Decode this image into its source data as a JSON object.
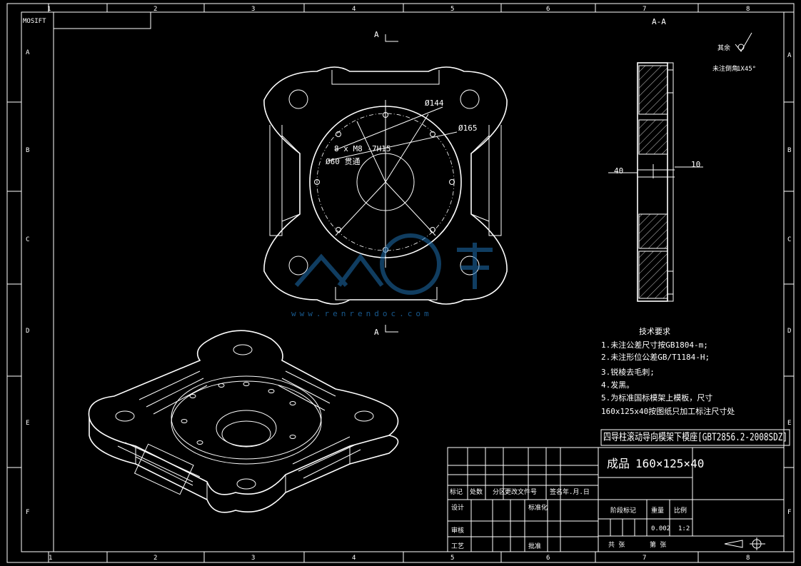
{
  "frame": {
    "top_numbers": [
      "1",
      "2",
      "3",
      "4",
      "5",
      "6",
      "7",
      "8"
    ],
    "bottom_numbers": [
      "1",
      "2",
      "3",
      "4",
      "5",
      "6",
      "7",
      "8"
    ],
    "side_letters": [
      "A",
      "B",
      "C",
      "D",
      "E",
      "F"
    ],
    "top_left_code": "MOSIFT"
  },
  "section_view": {
    "title": "A-A",
    "cut_label_top": "A",
    "cut_label_bottom": "A",
    "dim_left": "40",
    "dim_right": "10"
  },
  "surface_note": {
    "label": "其余",
    "chamfer_label": "未注倒角",
    "chamfer_value": "1X45°"
  },
  "plan_view": {
    "dia_outer": "Ø165",
    "dia_pitch": "Ø144",
    "holes_note": "8 x M8 -7H15",
    "dia_bore": "Ø60 贯通"
  },
  "watermark": {
    "text": "www.renrendoc.com"
  },
  "tech_req": {
    "heading": "技术要求",
    "lines": [
      "1.未注公差尺寸按GB1804-m;",
      "2.未注形位公差GB/T1184-H;",
      "3.锐棱去毛刺;",
      "4.发黑。",
      "5.为标准国标模架上模板，尺寸",
      "160x125x40按图纸只加工标注尺寸处"
    ]
  },
  "drawing_title": "四导柱滚动导向模架下模座[GBT2856.2-2008SDZ]",
  "title_block": {
    "product_label": "成品",
    "product_size": "160×125×40",
    "rev_headers": [
      "标记",
      "处数",
      "分区",
      "更改文件号",
      "签名",
      "年.月.日"
    ],
    "design_label": "设计",
    "standard_label": "标准化",
    "stage_label": "阶段标记",
    "weight_label": "重量",
    "scale_label": "比例",
    "weight_value": "0.002",
    "scale_value": "1:2",
    "review_label": "审核",
    "process_label": "工艺",
    "approve_label": "批准",
    "sheets_label": "共  张",
    "sheet_label": "第  张"
  }
}
